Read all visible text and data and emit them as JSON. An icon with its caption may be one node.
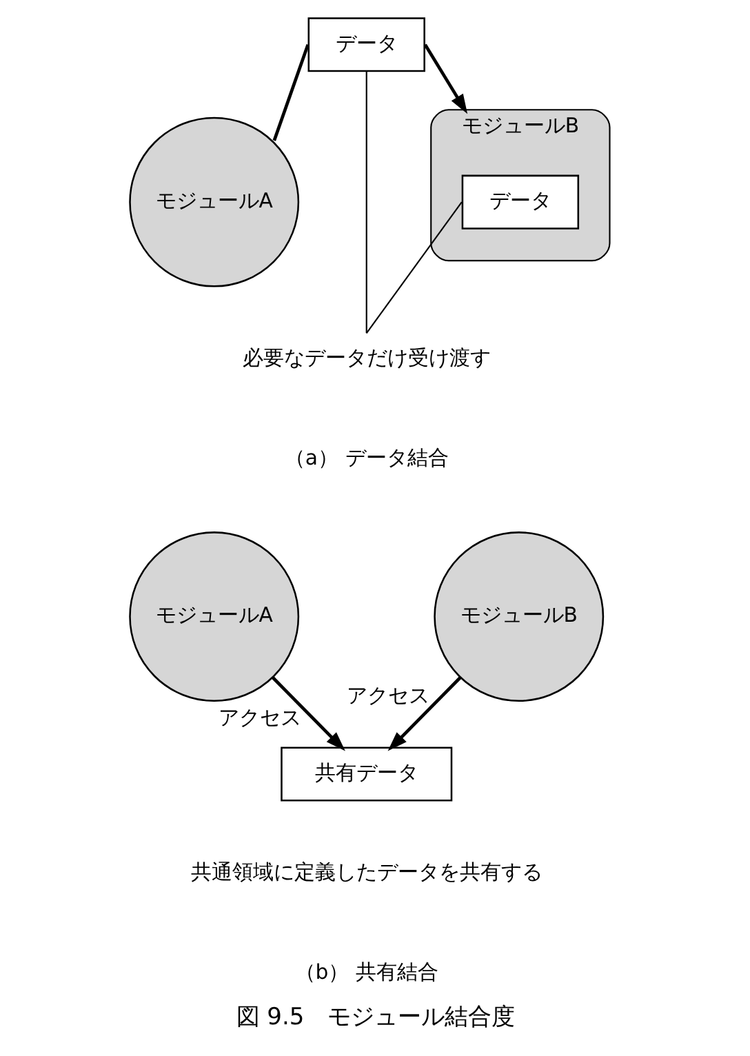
{
  "diagram": {
    "caption": "図 9.5　モジュール結合度",
    "nodes": [
      {
        "text": [
          "モジュールA"
        ]
      },
      {
        "text": [
          "データ"
        ]
      },
      {
        "text": [
          "モジュールB"
        ]
      },
      {
        "text": [
          "データ"
        ],
        "in": 2
      },
      {
        "text": [
          "必要なデータだけ受け渡す"
        ]
      },
      {
        "text": [
          "モジュールA"
        ]
      },
      {
        "text": [
          "モジュールB"
        ]
      },
      {
        "text": [
          "共有データ"
        ]
      }
    ],
    "edges": [
      {
        "from": 0,
        "to": 1,
        "arrow": "none"
      },
      {
        "from": 1,
        "to": 2,
        "arrow": "to"
      },
      {
        "from": 4,
        "to": 1,
        "arrow": "none"
      },
      {
        "from": 4,
        "to": 3,
        "arrow": "none"
      },
      {
        "from": 5,
        "to": 7,
        "arrow": "to",
        "label": "アクセス"
      },
      {
        "from": 6,
        "to": 7,
        "arrow": "to",
        "label": "アクセス"
      }
    ],
    "labels": [
      "（a） データ結合",
      "共通領域に定義したデータを共有する",
      "（b） 共有結合"
    ]
  }
}
